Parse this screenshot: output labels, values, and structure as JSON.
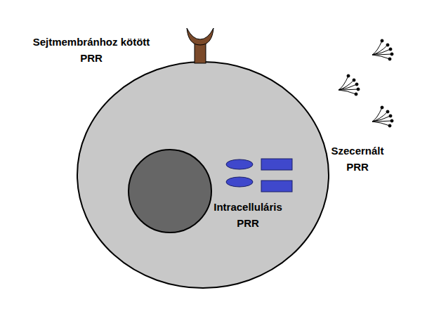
{
  "diagram": {
    "labels": [
      "Sejtmembránhoz kötött PRR",
      "Intracelluláris PRR",
      "Szecernált PRR"
    ]
  }
}
